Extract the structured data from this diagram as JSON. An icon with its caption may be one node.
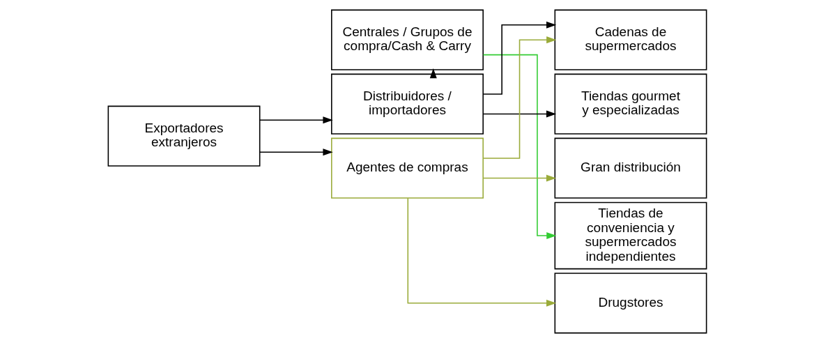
{
  "diagram": {
    "nodes": [
      {
        "text": [
          "Exportadores extranjeros"
        ]
      },
      {
        "text": [
          "Centrales / Grupos de compra/Cash & Carry"
        ]
      },
      {
        "text": [
          "Distribuidores / importadores"
        ]
      },
      {
        "text": [
          "Agentes de compras"
        ]
      },
      {
        "text": [
          "Cadenas de supermercados"
        ]
      },
      {
        "text": [
          "Tiendas gourmet y especializadas"
        ]
      },
      {
        "text": [
          "Gran distribución"
        ]
      },
      {
        "text": [
          "Tiendas de conveniencia y supermercados independientes"
        ]
      },
      {
        "text": [
          "Drugstores"
        ]
      }
    ],
    "edges": [
      {
        "from": 0,
        "to": 2,
        "arrow": "to"
      },
      {
        "from": 0,
        "to": 3,
        "arrow": "to"
      },
      {
        "from": 2,
        "to": 1,
        "arrow": "to"
      },
      {
        "from": 1,
        "to": 7,
        "arrow": "to",
        "color": "#33cc33"
      },
      {
        "from": 2,
        "to": 4,
        "arrow": "to"
      },
      {
        "from": 2,
        "to": 5,
        "arrow": "to"
      },
      {
        "from": 3,
        "to": 4,
        "arrow": "to",
        "color": "#9aab3a"
      },
      {
        "from": 3,
        "to": 6,
        "arrow": "to",
        "color": "#9aab3a"
      },
      {
        "from": 3,
        "to": 8,
        "arrow": "to",
        "color": "#9aab3a"
      }
    ]
  }
}
